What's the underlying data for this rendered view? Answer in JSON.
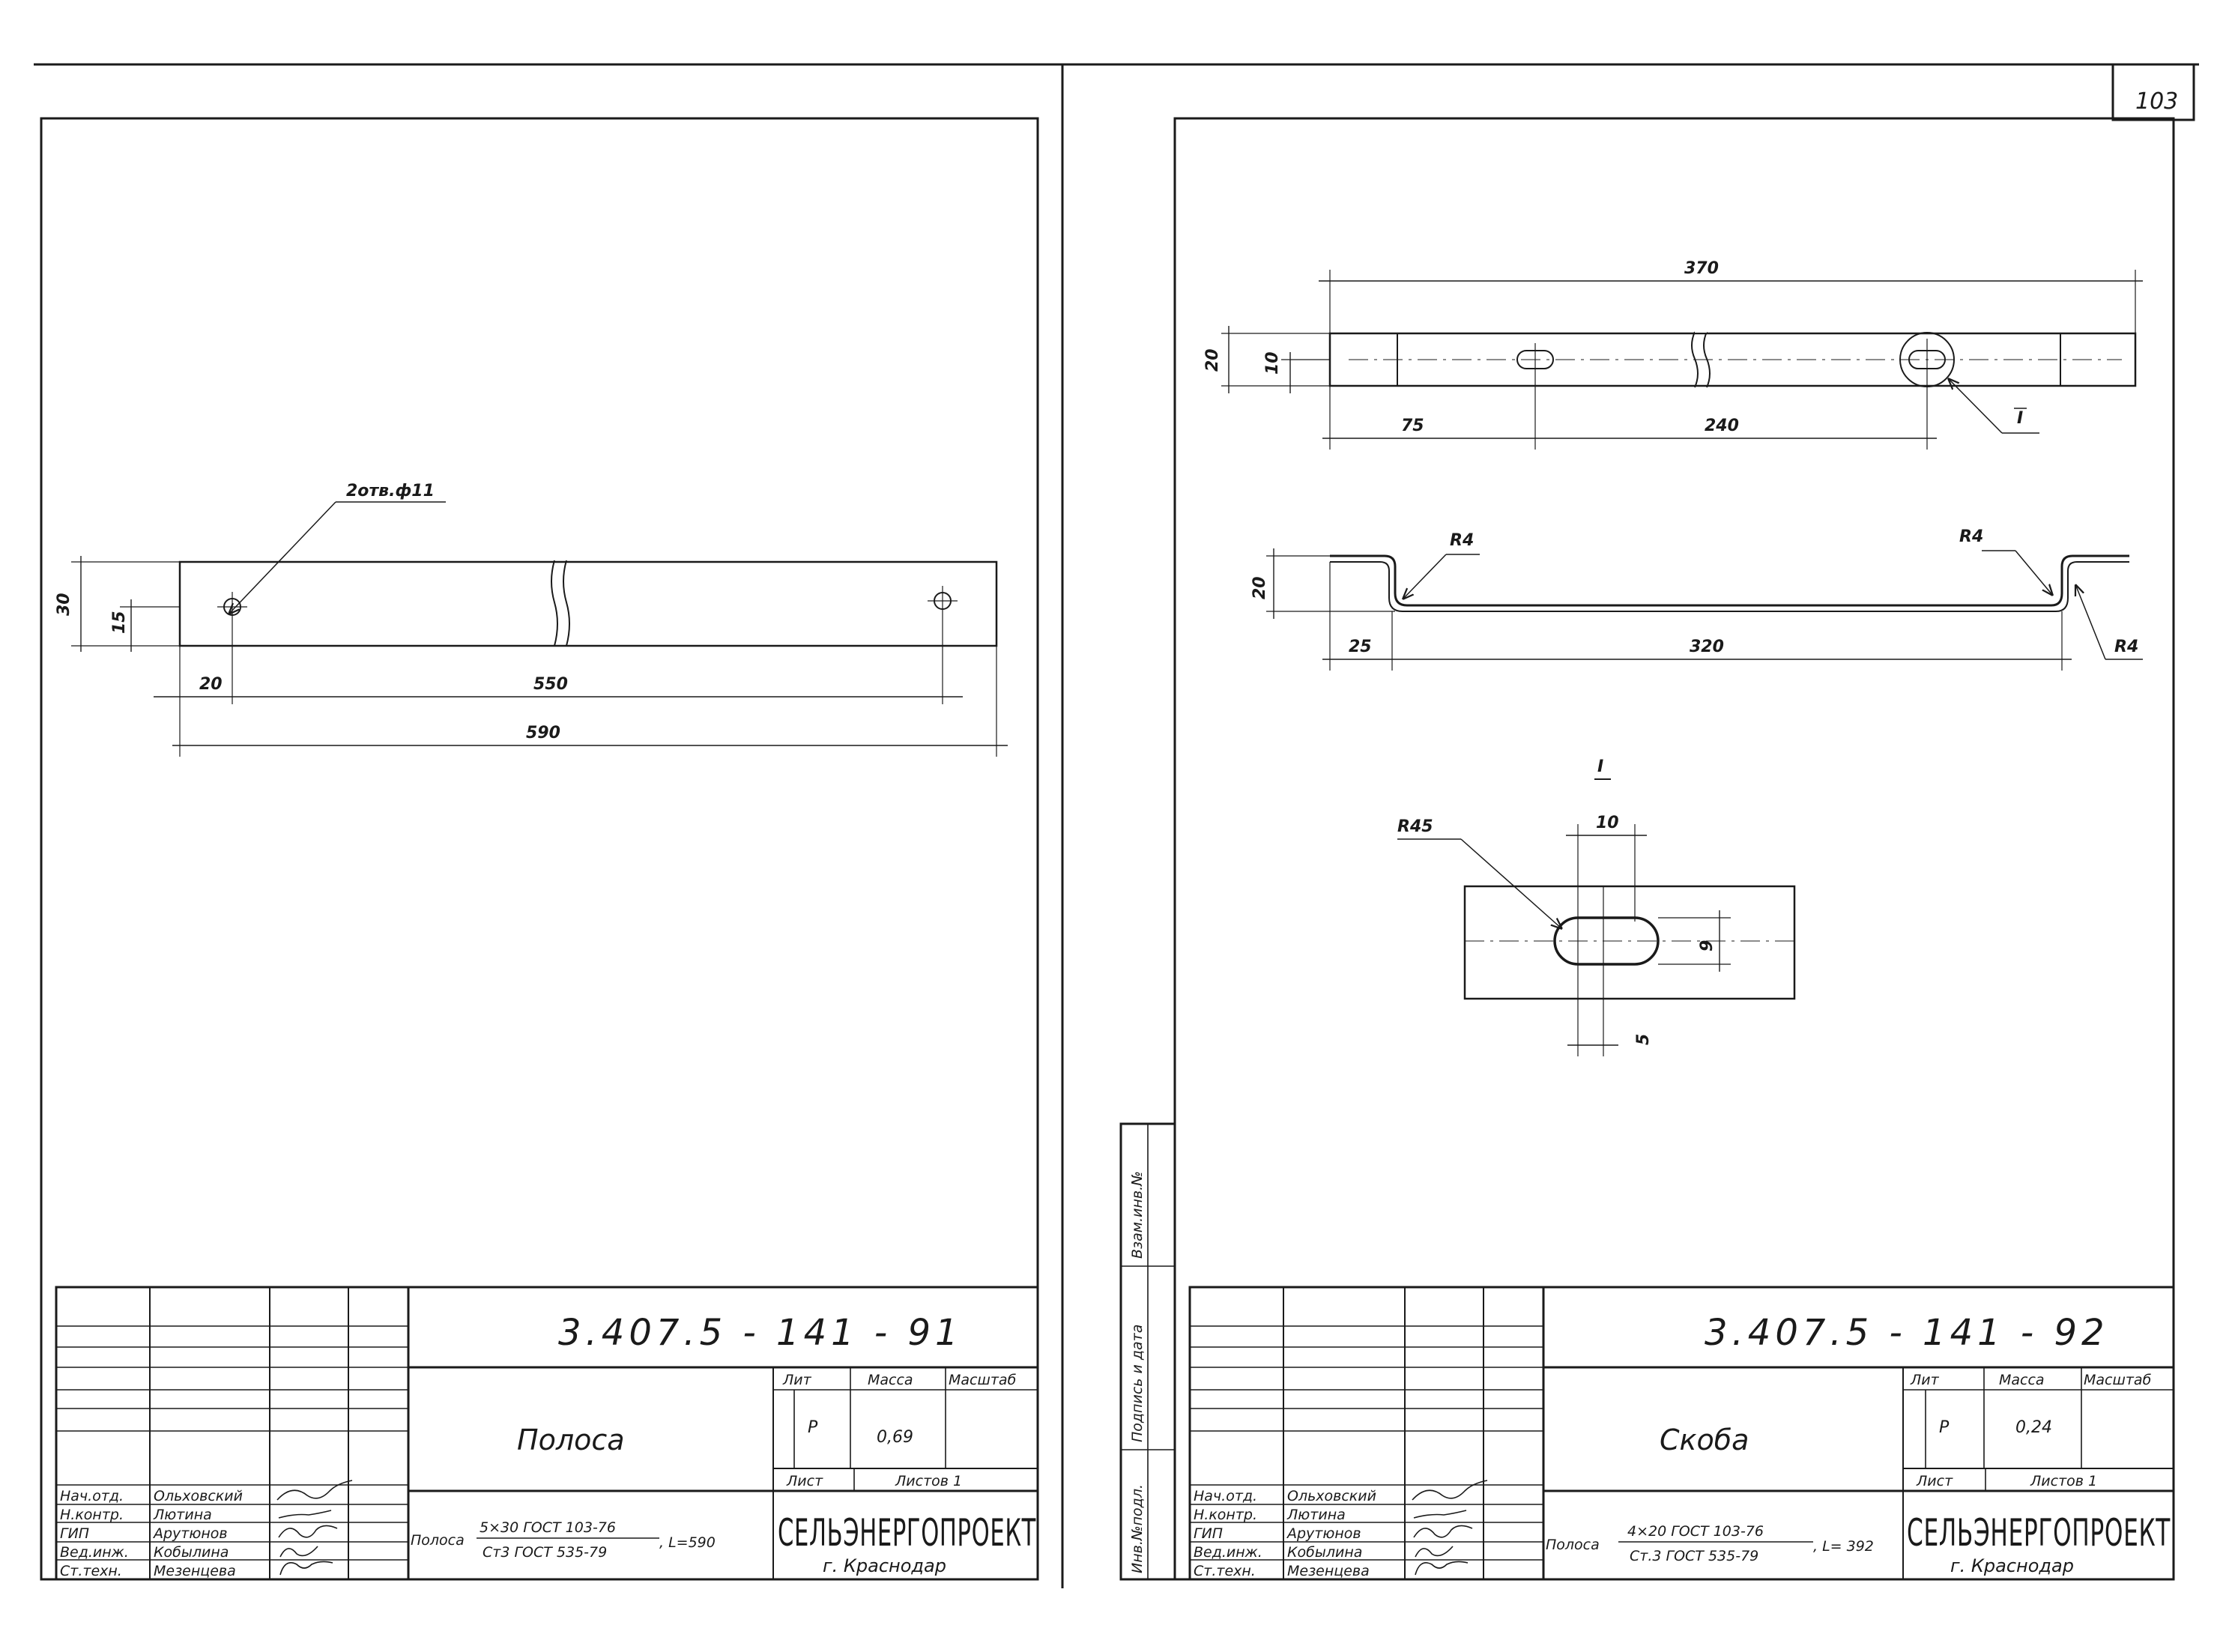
{
  "page_number": "103",
  "side_stamp": [
    "Взам.инв.№",
    "Подпись и дата",
    "Инв.№подл."
  ],
  "tb_headers": {
    "lit": "Лит",
    "mass": "Масса",
    "scale": "Масштаб",
    "sheet": "Лист",
    "sheets": "Листов 1",
    "lit_value": "Р"
  },
  "roles": [
    "Нач.отд.",
    "Н.контр.",
    "ГИП",
    "Вед.инж.",
    "Ст.техн."
  ],
  "people": [
    "Ольховский",
    "Лютина",
    "Арутюнов",
    "Кобылина",
    "Мезенцева"
  ],
  "organization": "СЕЛЬЭНЕРГОПРОЕКТ",
  "city": "г. Краснодар",
  "left_sheet": {
    "code": "3.407.5 - 141 - 91",
    "name": "Полоса",
    "mass": "0,69",
    "material_prefix": "Полоса",
    "material_top": "5×30 ГОСТ 103-76",
    "material_bottom": "Ст3 ГОСТ 535-79",
    "length": ", L=590",
    "dims": {
      "height": "30",
      "hole_y": "15",
      "first_hole": "20",
      "hole_span": "550",
      "total": "590"
    },
    "hole_callout": "2отв.ф11"
  },
  "right_sheet": {
    "code": "3.407.5 - 141 - 92",
    "name": "Скоба",
    "mass": "0,24",
    "material_prefix": "Полоса",
    "material_top": "4×20 ГОСТ 103-76",
    "material_bottom": "Ст.3 ГОСТ 535-79",
    "length": ", L= 392",
    "dims": {
      "total": "370",
      "height": "20",
      "slot_y": "10",
      "left": "75",
      "span": "240",
      "bend_height": "20",
      "bend_left": "25",
      "bend_span": "320",
      "radius": "R4",
      "slot_width": "10",
      "slot_height": "9",
      "slot_offset": "5",
      "slot_radius": "R45"
    },
    "detail_label": "I"
  }
}
